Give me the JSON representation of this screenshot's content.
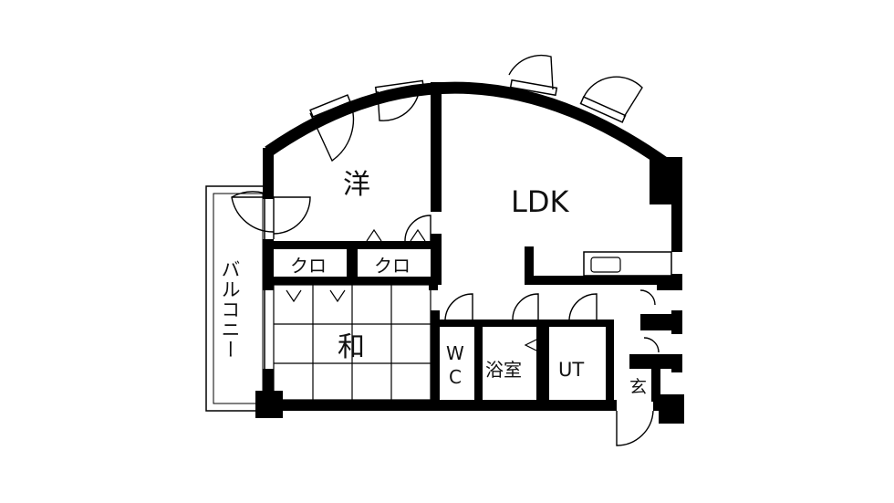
{
  "floor_plan": {
    "rooms": {
      "ldk": "LDK",
      "western_room": "洋",
      "japanese_room": "和",
      "closet_1": "クロ",
      "closet_2": "クロ",
      "balcony": "バルコニー",
      "toilet_line1": "W",
      "toilet_line2": "C",
      "bathroom": "浴室",
      "utility": "UT",
      "entrance": "玄"
    }
  }
}
